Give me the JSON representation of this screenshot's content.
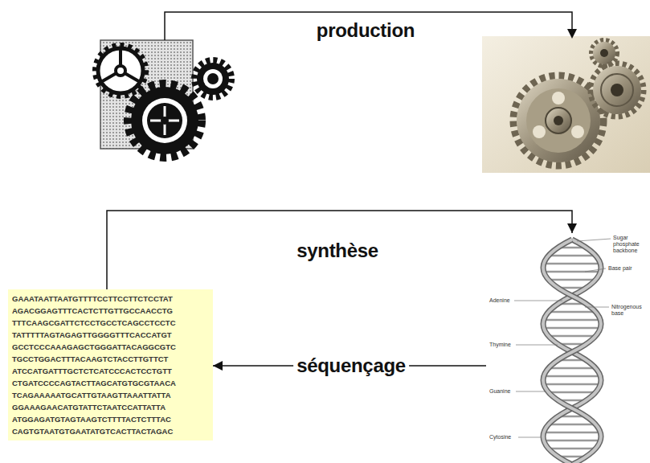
{
  "diagram": {
    "nodes": [
      {
        "text": [
          "GAAATAATTAATGTTTTCCTTCCTTCTCCTAT AGACGGAGTTTCACTCTTGTTGCCAACCTG TTTCAAGCGATTCTCCTGCCTCAGCCTCCTC TATTTTTAGTAGAGTTGGGGTTTCACCATGT GCCTCCCAAAGAGCTGGGATTACAGGCGTC TGCCTGGACTTTACAAGTCTACCTTGTTCT ATCCATGATTTGCTCTCATCCCACTCCTGTT CTGATCCCCAGTACTTAGCATGTGCGTAACA TCAGAAAAATGCATTGTAAGTTAAATTATTA GGAAAGAACATGTATTCTAATCCATTATTA ATGGAGATGTAGTAAGTCTTTTACTCTTTAC CAGTGTAATGTGAATATGTCACTTACTAGAC"
        ]
      },
      {
        "text": [
          "Sugar phosphate backbone",
          "Base pair",
          "Nitrogenous base",
          "Adenine",
          "Thymine",
          "Guanine",
          "Cytosine"
        ]
      }
    ],
    "edges": [
      {
        "from": 0,
        "to": 1,
        "arrow": "to",
        "label": "synthèse"
      },
      {
        "from": 1,
        "to": 0,
        "arrow": "to",
        "label": "séquençage"
      }
    ],
    "labels": [
      "production"
    ]
  }
}
